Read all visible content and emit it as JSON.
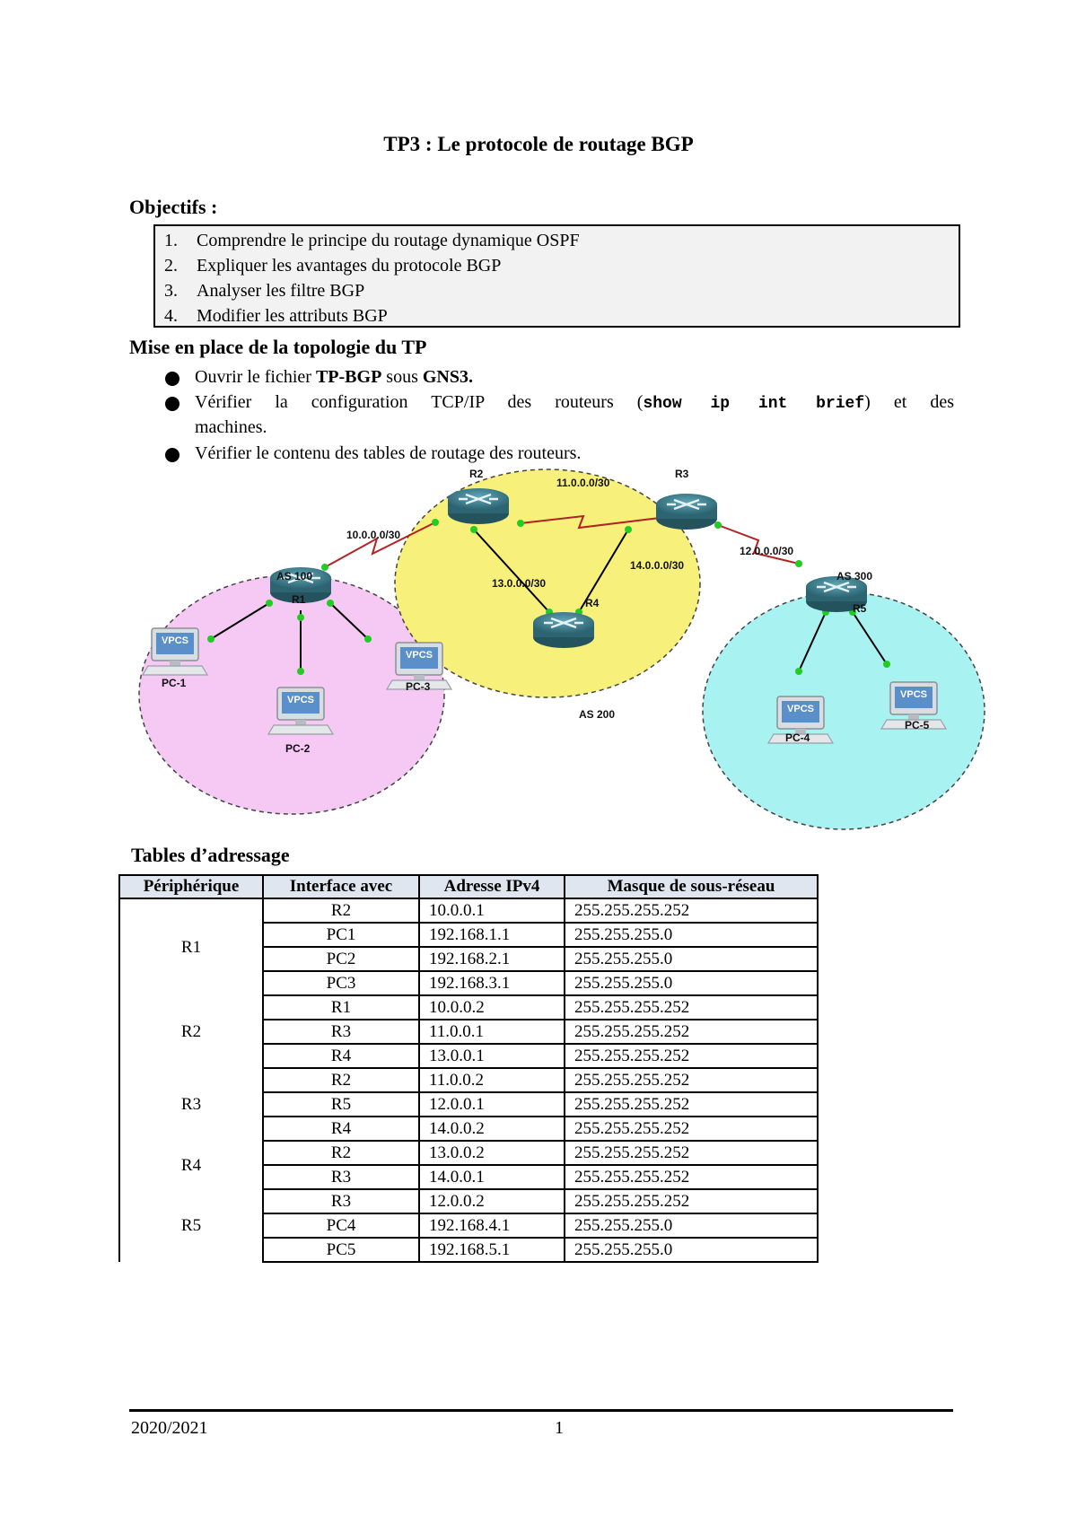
{
  "title": "TP3 : Le protocole de routage BGP",
  "objectives": {
    "heading": "Objectifs :",
    "items": [
      {
        "num": "1.",
        "text": "Comprendre le principe du routage dynamique OSPF"
      },
      {
        "num": "2.",
        "text": "Expliquer les avantages du protocole BGP"
      },
      {
        "num": "3.",
        "text": "Analyser les filtre BGP"
      },
      {
        "num": "4.",
        "text": "Modifier les attributs BGP"
      }
    ]
  },
  "setup": {
    "heading": "Mise en place de la topologie du TP",
    "bullet1": {
      "pre": "Ouvrir le fichier ",
      "file": "TP-BGP",
      "mid": " sous ",
      "app": "GNS3."
    },
    "bullet2": {
      "pre": "Vérifier la configuration TCP/IP des routeurs (",
      "cmd": "show ip int brief",
      "post": ") et des",
      "line2": "machines."
    },
    "bullet3": "Vérifier le contenu des tables de routage des routeurs."
  },
  "topology": {
    "as_labels": {
      "as100": "AS 100",
      "as200": "AS 200",
      "as300": "AS 300"
    },
    "routers": {
      "r1": "R1",
      "r2": "R2",
      "r3": "R3",
      "r4": "R4",
      "r5": "R5"
    },
    "pcs": {
      "pc1": "PC-1",
      "pc2": "PC-2",
      "pc3": "PC-3",
      "pc4": "PC-4",
      "pc5": "PC-5"
    },
    "vpcs_label": "VPCS",
    "links": {
      "l10": "10.0.0.0/30",
      "l11": "11.0.0.0/30",
      "l12": "12.0.0.0/30",
      "l13": "13.0.0.0/30",
      "l14": "14.0.0.0/30"
    },
    "colors": {
      "as100": "#f6c8f4",
      "as200": "#f7f07a",
      "as300": "#a9f2f2",
      "serial": "#b22222",
      "port": "#22cc22",
      "router": "#3a7c8c"
    }
  },
  "addressing": {
    "heading": "Tables d’adressage",
    "headers": [
      "Périphérique",
      "Interface avec",
      "Adresse IPv4",
      "Masque de sous-réseau"
    ],
    "groups": [
      {
        "device": "R1",
        "rows": [
          {
            "iface": "R2",
            "ip": "10.0.0.1",
            "mask": "255.255.255.252"
          },
          {
            "iface": "PC1",
            "ip": "192.168.1.1",
            "mask": "255.255.255.0"
          },
          {
            "iface": "PC2",
            "ip": "192.168.2.1",
            "mask": "255.255.255.0"
          },
          {
            "iface": "PC3",
            "ip": "192.168.3.1",
            "mask": "255.255.255.0"
          }
        ]
      },
      {
        "device": "R2",
        "rows": [
          {
            "iface": "R1",
            "ip": "10.0.0.2",
            "mask": "255.255.255.252"
          },
          {
            "iface": "R3",
            "ip": "11.0.0.1",
            "mask": "255.255.255.252"
          },
          {
            "iface": "R4",
            "ip": "13.0.0.1",
            "mask": "255.255.255.252"
          }
        ]
      },
      {
        "device": "R3",
        "rows": [
          {
            "iface": "R2",
            "ip": "11.0.0.2",
            "mask": "255.255.255.252"
          },
          {
            "iface": "R5",
            "ip": "12.0.0.1",
            "mask": "255.255.255.252"
          },
          {
            "iface": "R4",
            "ip": "14.0.0.2",
            "mask": "255.255.255.252"
          }
        ]
      },
      {
        "device": "R4",
        "rows": [
          {
            "iface": "R2",
            "ip": "13.0.0.2",
            "mask": "255.255.255.252"
          },
          {
            "iface": "R3",
            "ip": "14.0.0.1",
            "mask": "255.255.255.252"
          }
        ]
      },
      {
        "device": "R5",
        "rows": [
          {
            "iface": "R3",
            "ip": "12.0.0.2",
            "mask": "255.255.255.252"
          },
          {
            "iface": "PC4",
            "ip": "192.168.4.1",
            "mask": "255.255.255.0"
          },
          {
            "iface": "PC5",
            "ip": "192.168.5.1",
            "mask": "255.255.255.0"
          }
        ]
      }
    ]
  },
  "footer": {
    "year": "2020/2021",
    "page": "1"
  }
}
